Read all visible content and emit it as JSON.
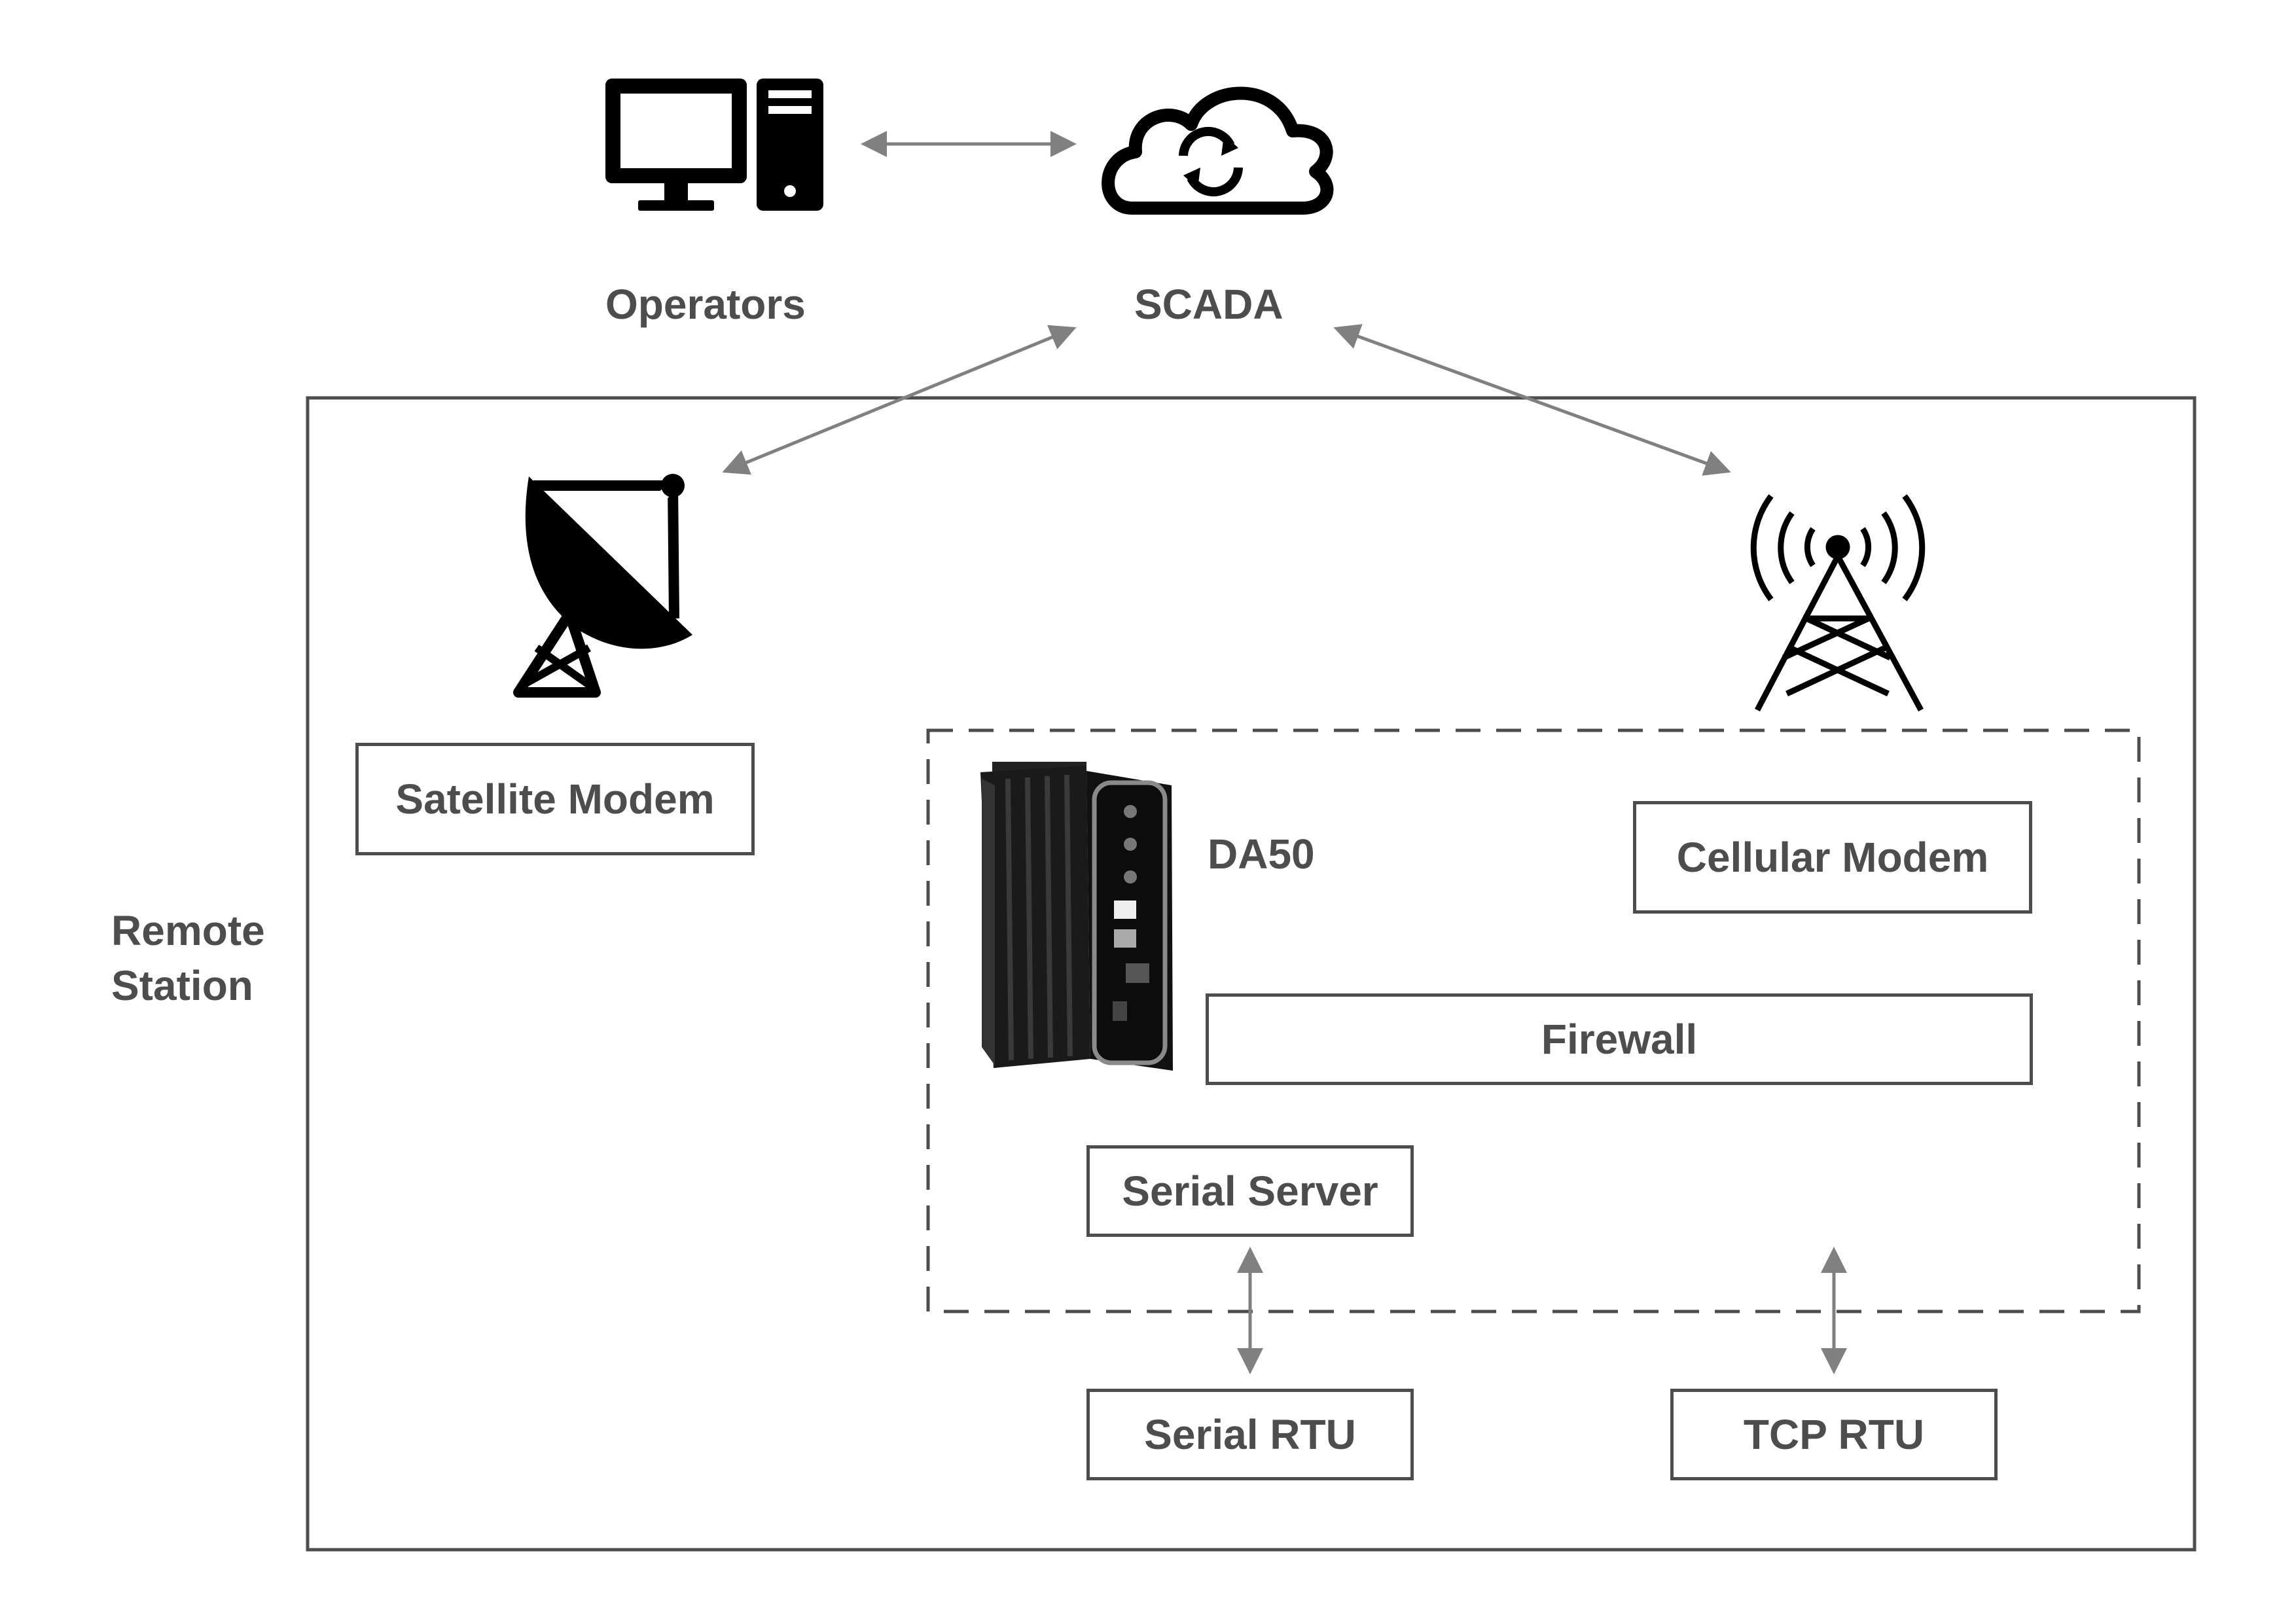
{
  "nodes": {
    "operators": "Operators",
    "scada": "SCADA",
    "remote_station": "Remote Station",
    "satellite_modem": "Satellite Modem",
    "da50": "DA50",
    "cellular_modem": "Cellular Modem",
    "firewall": "Firewall",
    "serial_server": "Serial Server",
    "serial_rtu": "Serial RTU",
    "tcp_rtu": "TCP RTU"
  },
  "icons": {
    "operators": "desktop-computer-icon",
    "scada": "cloud-sync-icon",
    "satellite": "satellite-dish-icon",
    "cellular": "cell-tower-icon",
    "device": "da50-device"
  },
  "colors": {
    "arrow": "#808080",
    "border": "#4d4d4d",
    "icon": "#000000"
  }
}
